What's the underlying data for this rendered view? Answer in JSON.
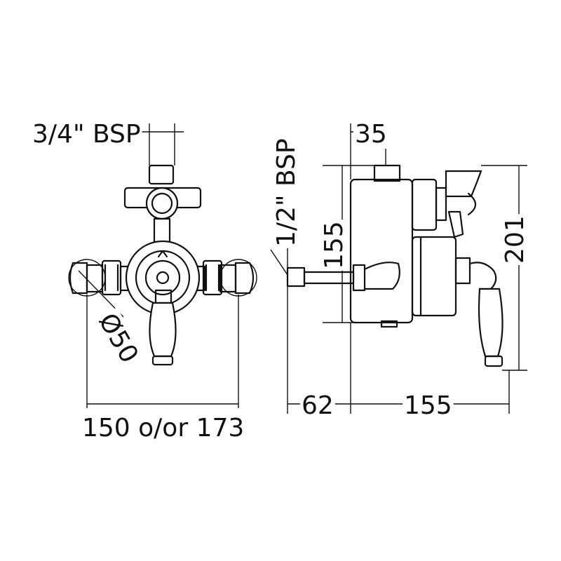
{
  "front_view": {
    "inlet_label": "3/4\" BSP",
    "diameter_label": "Ø50",
    "width_label": "150 o/or 173"
  },
  "side_view": {
    "outlet_label": "1/2\" BSP",
    "top_dim_label": "35",
    "inner_height_label": "155",
    "total_height_label": "201",
    "projection_left_label": "62",
    "projection_right_label": "155"
  }
}
